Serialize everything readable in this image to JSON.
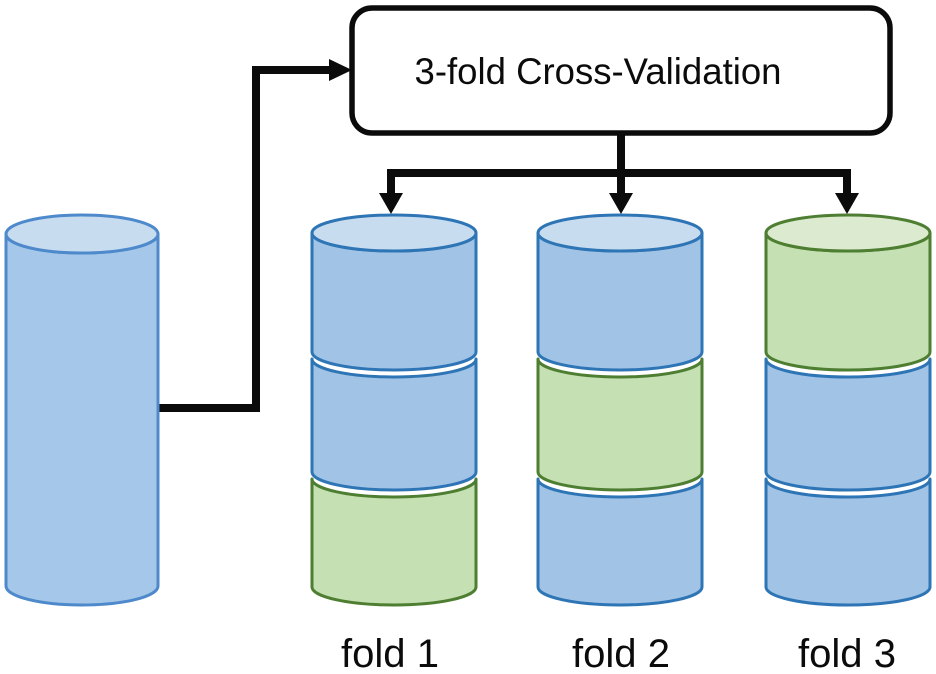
{
  "box": {
    "title": "3-fold Cross-Validation"
  },
  "palette": {
    "line": "#0b0b0b",
    "box_fill": "#ffffff",
    "box_stroke": "#0b0b0b",
    "blue_fill": "#a0c3e6",
    "blue_stroke": "#2e75b6",
    "blue_top_fill": "#c8dcf0",
    "green_fill": "#c5e0b3",
    "green_stroke": "#4e7e31",
    "green_top_fill": "#dcebd0",
    "source": {
      "fill": "#a5c7e9",
      "stroke": "#4e8acb",
      "top_fill": "#c8dcf0"
    }
  },
  "source_dataset": {
    "name": "full-dataset-cylinder",
    "segments": [
      "blue"
    ]
  },
  "folds": [
    {
      "label": "fold 1",
      "segments": [
        "blue",
        "blue",
        "green"
      ],
      "fills": [
        "#a0c3e6",
        "#a0c3e6",
        "#c5e0b3"
      ],
      "strokes": [
        "#2e75b6",
        "#2e75b6",
        "#4e7e31"
      ],
      "top_fill": "#c8dcf0",
      "top_stroke": "#2e75b6"
    },
    {
      "label": "fold 2",
      "segments": [
        "blue",
        "green",
        "blue"
      ],
      "fills": [
        "#a0c3e6",
        "#c5e0b3",
        "#a0c3e6"
      ],
      "strokes": [
        "#2e75b6",
        "#4e7e31",
        "#2e75b6"
      ],
      "top_fill": "#c8dcf0",
      "top_stroke": "#2e75b6"
    },
    {
      "label": "fold 3",
      "segments": [
        "green",
        "blue",
        "blue"
      ],
      "fills": [
        "#c5e0b3",
        "#a0c3e6",
        "#a0c3e6"
      ],
      "strokes": [
        "#4e7e31",
        "#2e75b6",
        "#2e75b6"
      ],
      "top_fill": "#dcebd0",
      "top_stroke": "#4e7e31"
    }
  ]
}
